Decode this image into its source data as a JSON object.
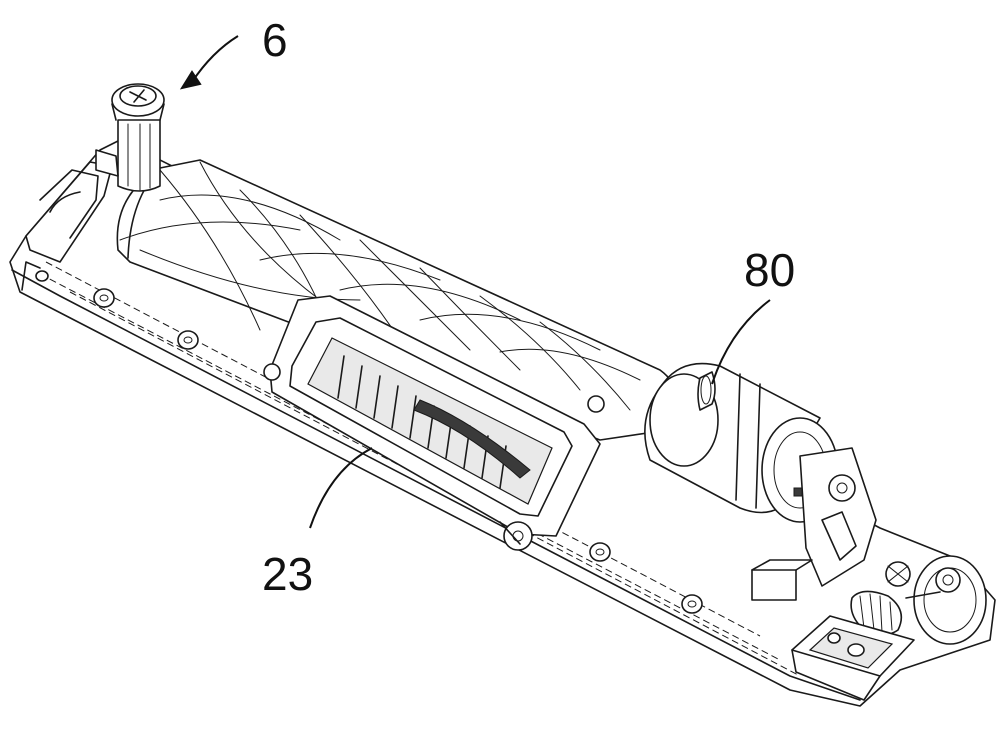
{
  "figure": {
    "reference_labels": {
      "screw": "6",
      "motor": "80",
      "grille": "23"
    },
    "line_color": "#1a1a1a",
    "background": "#ffffff"
  }
}
